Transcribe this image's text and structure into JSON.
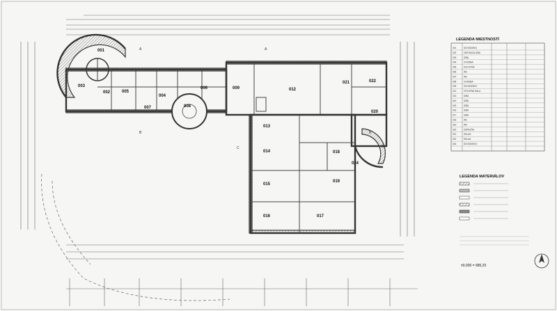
{
  "rooms": [
    {
      "id": "r001",
      "label": "001"
    },
    {
      "id": "r002",
      "label": "002"
    },
    {
      "id": "r003",
      "label": "003"
    },
    {
      "id": "r004",
      "label": "004"
    },
    {
      "id": "r005",
      "label": "005"
    },
    {
      "id": "r006",
      "label": "006"
    },
    {
      "id": "r007",
      "label": "007"
    },
    {
      "id": "r008",
      "label": "008"
    },
    {
      "id": "r009",
      "label": "009"
    },
    {
      "id": "r012",
      "label": "012"
    },
    {
      "id": "r013",
      "label": "013"
    },
    {
      "id": "r014",
      "label": "014"
    },
    {
      "id": "r015",
      "label": "015"
    },
    {
      "id": "r016",
      "label": "016"
    },
    {
      "id": "r017",
      "label": "017"
    },
    {
      "id": "r018",
      "label": "018"
    },
    {
      "id": "r019",
      "label": "019"
    },
    {
      "id": "r020",
      "label": "020"
    },
    {
      "id": "r021",
      "label": "021"
    },
    {
      "id": "r022",
      "label": "022"
    },
    {
      "id": "r024",
      "label": "024"
    }
  ],
  "section_marks": {
    "a_left": "A",
    "a_right": "A",
    "b_left": "B",
    "b_right": "B",
    "c_mid": "C",
    "c_right": "C"
  },
  "legend_rooms": {
    "title": "LEGENDA MIESTNOSTÍ",
    "rows": [
      [
        "001",
        "SCHODISKO"
      ],
      [
        "002",
        "OBÝVACIA IZBA"
      ],
      [
        "003",
        "IZBA"
      ],
      [
        "004",
        "CHODBA"
      ],
      [
        "005",
        "KUCHYŇA"
      ],
      [
        "006",
        "WC"
      ],
      [
        "007",
        "WC"
      ],
      [
        "008",
        "CHODBA"
      ],
      [
        "009",
        "SCHODISKO"
      ],
      [
        "012",
        "VSTUPNÁ HALA"
      ],
      [
        "013",
        "IZBA"
      ],
      [
        "014",
        "IZBA"
      ],
      [
        "015",
        "IZBA"
      ],
      [
        "016",
        "IZBA"
      ],
      [
        "017",
        "IZBA"
      ],
      [
        "018",
        "WC"
      ],
      [
        "019",
        "WC"
      ],
      [
        "020",
        "KÚPEĽŇA"
      ],
      [
        "021",
        "SKLAD"
      ],
      [
        "022",
        "SKLAD"
      ],
      [
        "024",
        "SCHODISKO"
      ]
    ]
  },
  "legend_materials": {
    "title": "LEGENDA MATERIÁLOV"
  },
  "elevation": {
    "text": "±0,000 = 685,20"
  },
  "colors": {
    "line": "#333333",
    "paper": "#f6f6f4"
  }
}
